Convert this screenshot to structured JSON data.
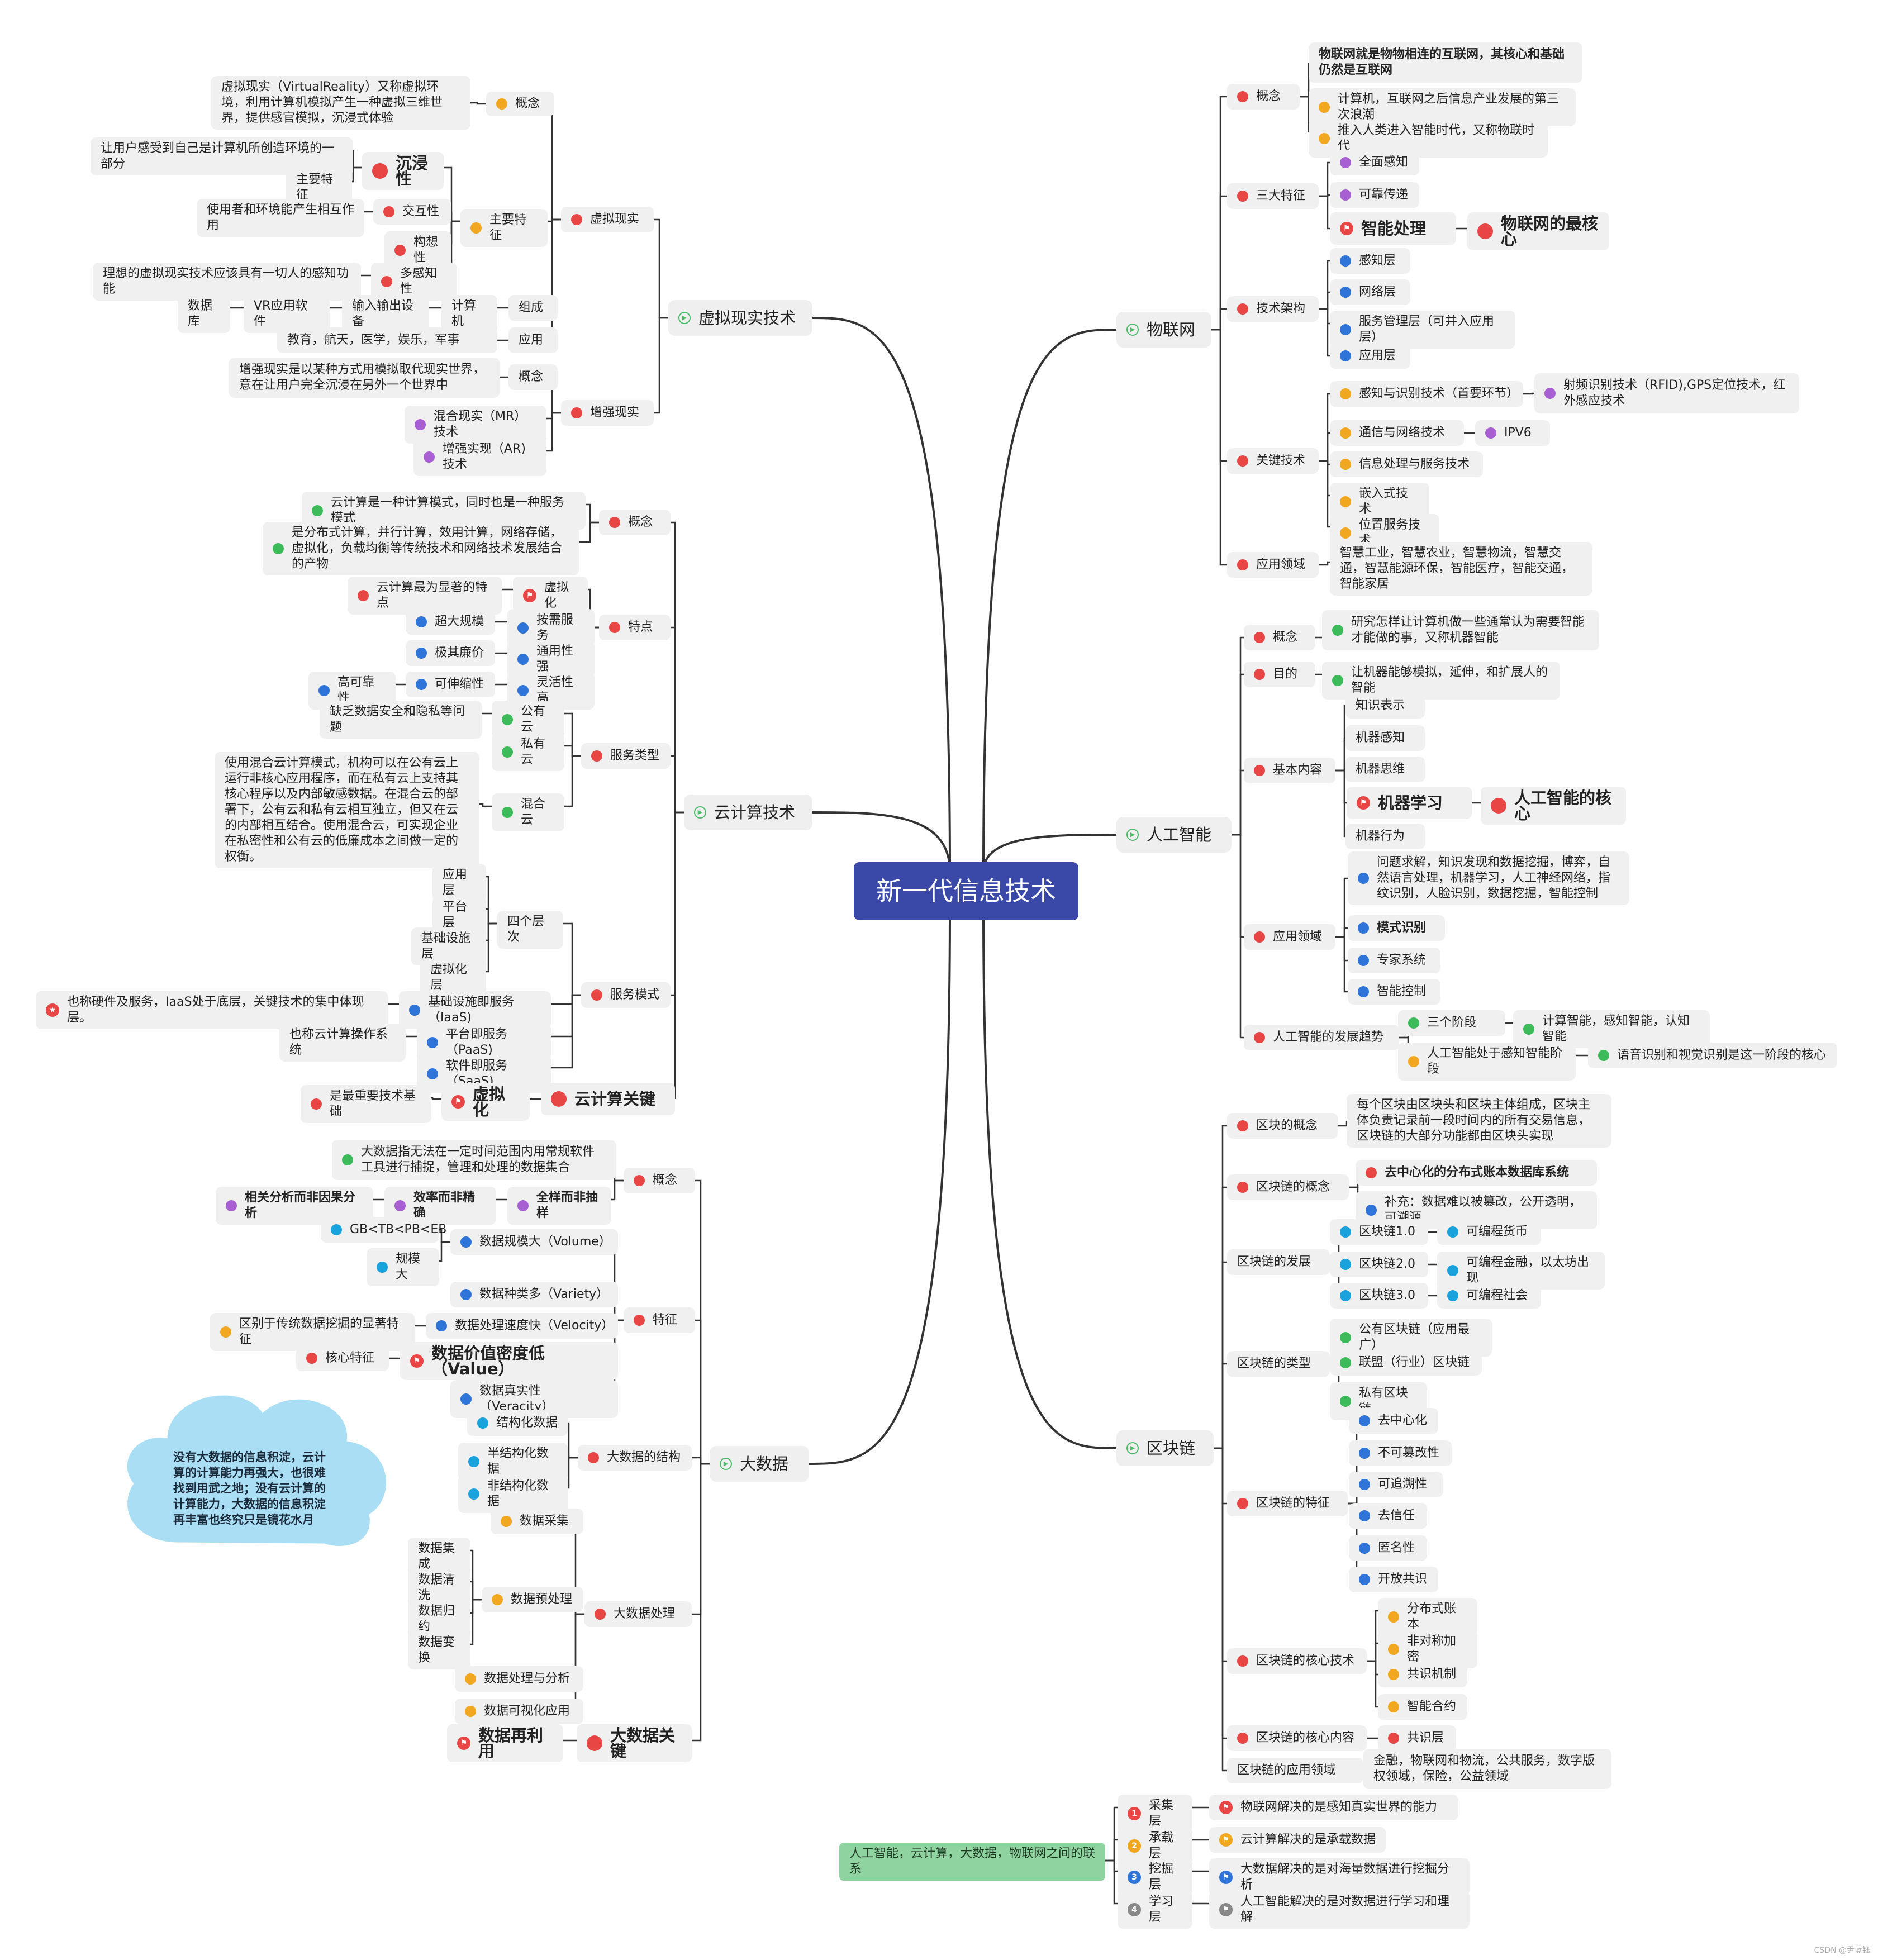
{
  "callout": "没有大数据的信息积淀，云计算的计算能力再强大，也很难找到用武之地；没有云计算的计算能力，大数据的信息积淀再丰富也终究只是镜花水月",
  "watermark": "CSDN @尹蓝钰",
  "colors": {
    "red": "#e84545",
    "orange": "#f1a820",
    "purple": "#a85fd1",
    "blue": "#2f74d8",
    "green": "#3dbb5a",
    "cyan": "#1aa2dc",
    "line": "#333333",
    "central": "#3a48a8"
  },
  "nodes": [
    {
      "id": "root",
      "text": "新一代信息技术",
      "cls": "central"
    },
    {
      "id": "vr",
      "text": "虚拟现实技术",
      "cls": "lvl1",
      "icon": "play",
      "p": "root"
    },
    {
      "id": "vr_a",
      "text": "虚拟现实",
      "icon": "red",
      "p": "vr"
    },
    {
      "id": "vr_a1",
      "text": "概念",
      "icon": "orange",
      "p": "vr_a"
    },
    {
      "id": "vr_a1t",
      "text": "虚拟现实（VirtualReality）又称虚拟环境，利用计算机模拟产生一种虚拟三维世界，提供感官模拟，沉浸式体验",
      "cls": "text",
      "p": "vr_a1"
    },
    {
      "id": "vr_a2",
      "text": "主要特征",
      "icon": "orange",
      "p": "vr_a"
    },
    {
      "id": "vr_a2a",
      "text": "沉浸性",
      "cls": "big",
      "icon": "redbig",
      "p": "vr_a2"
    },
    {
      "id": "vr_a2a1",
      "text": "让用户感受到自己是计算机所创造环境的一部分",
      "p": "vr_a2a"
    },
    {
      "id": "vr_a2a2",
      "text": "主要特征",
      "p": "vr_a2a"
    },
    {
      "id": "vr_a2b",
      "text": "交互性",
      "icon": "red",
      "p": "vr_a2"
    },
    {
      "id": "vr_a2b1",
      "text": "使用者和环境能产生相互作用",
      "p": "vr_a2b"
    },
    {
      "id": "vr_a2c",
      "text": "构想性",
      "icon": "red",
      "p": "vr_a2"
    },
    {
      "id": "vr_a2d",
      "text": "多感知性",
      "icon": "red",
      "p": "vr_a2"
    },
    {
      "id": "vr_a2d1",
      "text": "理想的虚拟现实技术应该具有一切人的感知功能",
      "p": "vr_a2d"
    },
    {
      "id": "vr_a3",
      "text": "组成",
      "p": "vr_a"
    },
    {
      "id": "vr_a3a",
      "text": "计算机",
      "p": "vr_a3"
    },
    {
      "id": "vr_a3b",
      "text": "输入输出设备",
      "p": "vr_a3a"
    },
    {
      "id": "vr_a3c",
      "text": "VR应用软件",
      "p": "vr_a3b"
    },
    {
      "id": "vr_a3d",
      "text": "数据库",
      "p": "vr_a3c"
    },
    {
      "id": "vr_a4",
      "text": "应用",
      "p": "vr_a"
    },
    {
      "id": "vr_a4a",
      "text": "教育，航天，医学，娱乐，军事",
      "p": "vr_a4"
    },
    {
      "id": "vr_b",
      "text": "增强现实",
      "icon": "red",
      "p": "vr"
    },
    {
      "id": "vr_b1",
      "text": "概念",
      "p": "vr_b"
    },
    {
      "id": "vr_b1t",
      "text": "增强现实是以某种方式用模拟取代现实世界，意在让用户完全沉浸在另外一个世界中",
      "cls": "text",
      "p": "vr_b1"
    },
    {
      "id": "vr_b2",
      "text": "混合现实（MR）技术",
      "icon": "purple",
      "p": "vr_b"
    },
    {
      "id": "vr_b3",
      "text": "增强实现（AR)技术",
      "icon": "purple",
      "p": "vr_b"
    },
    {
      "id": "cc",
      "text": "云计算技术",
      "cls": "lvl1",
      "icon": "play",
      "p": "root"
    },
    {
      "id": "cc_a",
      "text": "概念",
      "icon": "red",
      "p": "cc"
    },
    {
      "id": "cc_a1",
      "text": "云计算是一种计算模式，同时也是一种服务模式",
      "icon": "green",
      "p": "cc_a"
    },
    {
      "id": "cc_a2",
      "text": "是分布式计算，并行计算，效用计算，网络存储，虚拟化，负载均衡等传统技术和网络技术发展结合的产物",
      "cls": "text",
      "icon": "green",
      "p": "cc_a"
    },
    {
      "id": "cc_b",
      "text": "特点",
      "icon": "red",
      "p": "cc"
    },
    {
      "id": "cc_b1",
      "text": "虚拟化",
      "icon": "flag",
      "p": "cc_b"
    },
    {
      "id": "cc_b1a",
      "text": "云计算最为显著的特点",
      "icon": "red",
      "p": "cc_b1"
    },
    {
      "id": "cc_b2",
      "text": "按需服务",
      "icon": "blue",
      "p": "cc_b"
    },
    {
      "id": "cc_b2a",
      "text": "超大规模",
      "icon": "blue",
      "p": "cc_b2"
    },
    {
      "id": "cc_b3",
      "text": "通用性强",
      "icon": "blue",
      "p": "cc_b"
    },
    {
      "id": "cc_b3a",
      "text": "极其廉价",
      "icon": "blue",
      "p": "cc_b3"
    },
    {
      "id": "cc_b4",
      "text": "灵活性高",
      "icon": "blue",
      "p": "cc_b"
    },
    {
      "id": "cc_b4a",
      "text": "可伸缩性",
      "icon": "blue",
      "p": "cc_b4"
    },
    {
      "id": "cc_b4b",
      "text": "高可靠性",
      "icon": "blue",
      "p": "cc_b4a"
    },
    {
      "id": "cc_c",
      "text": "服务类型",
      "icon": "red",
      "p": "cc"
    },
    {
      "id": "cc_c1",
      "text": "公有云",
      "icon": "green",
      "p": "cc_c"
    },
    {
      "id": "cc_c1a",
      "text": "缺乏数据安全和隐私等问题",
      "p": "cc_c1"
    },
    {
      "id": "cc_c2",
      "text": "私有云",
      "icon": "green",
      "p": "cc_c"
    },
    {
      "id": "cc_c3",
      "text": "混合云",
      "icon": "green",
      "p": "cc_c"
    },
    {
      "id": "cc_c3a",
      "text": "使用混合云计算模式，机构可以在公有云上运行非核心应用程序，而在私有云上支持其核心程序以及内部敏感数据。在混合云的部署下，公有云和私有云相互独立，但又在云的内部相互结合。使用混合云，可实现企业在私密性和公有云的低廉成本之间做一定的权衡。",
      "cls": "text",
      "p": "cc_c3"
    },
    {
      "id": "cc_d",
      "text": "服务模式",
      "icon": "red",
      "p": "cc"
    },
    {
      "id": "cc_d1",
      "text": "四个层次",
      "p": "cc_d"
    },
    {
      "id": "cc_d1a",
      "text": "应用层",
      "p": "cc_d1"
    },
    {
      "id": "cc_d1b",
      "text": "平台层",
      "p": "cc_d1"
    },
    {
      "id": "cc_d1c",
      "text": "基础设施层",
      "p": "cc_d1"
    },
    {
      "id": "cc_d1d",
      "text": "虚拟化层",
      "p": "cc_d1"
    },
    {
      "id": "cc_d2",
      "text": "基础设施即服务（IaaS)",
      "icon": "blue",
      "p": "cc_d"
    },
    {
      "id": "cc_d2a",
      "text": "也称硬件及服务，IaaS处于底层，关键技术的集中体现层。",
      "icon": "star",
      "p": "cc_d2"
    },
    {
      "id": "cc_d3",
      "text": "平台即服务（PaaS)",
      "icon": "blue",
      "p": "cc_d"
    },
    {
      "id": "cc_d3a",
      "text": "也称云计算操作系统",
      "p": "cc_d3"
    },
    {
      "id": "cc_d4",
      "text": "软件即服务（SaaS)",
      "icon": "blue",
      "p": "cc_d"
    },
    {
      "id": "cc_e",
      "text": "云计算关键",
      "cls": "big",
      "icon": "redbig",
      "p": "cc"
    },
    {
      "id": "cc_e1",
      "text": "虚拟化",
      "cls": "big",
      "icon": "flag",
      "p": "cc_e"
    },
    {
      "id": "cc_e1a",
      "text": "是最重要技术基础",
      "icon": "red",
      "p": "cc_e1"
    },
    {
      "id": "bd",
      "text": "大数据",
      "cls": "lvl1",
      "icon": "play",
      "p": "root"
    },
    {
      "id": "bd_a",
      "text": "概念",
      "icon": "red",
      "p": "bd"
    },
    {
      "id": "bd_a1",
      "text": "大数据指无法在一定时间范围内用常规软件工具进行捕捉，管理和处理的数据集合",
      "cls": "text",
      "icon": "green",
      "p": "bd_a"
    },
    {
      "id": "bd_a2",
      "text": "全样而非抽样",
      "cls": "bold",
      "icon": "purple",
      "p": "bd_a"
    },
    {
      "id": "bd_a2a",
      "text": "效率而非精确",
      "cls": "bold",
      "icon": "purple",
      "p": "bd_a2"
    },
    {
      "id": "bd_a2b",
      "text": "相关分析而非因果分析",
      "cls": "bold",
      "icon": "purple",
      "p": "bd_a2a"
    },
    {
      "id": "bd_b",
      "text": "特征",
      "icon": "red",
      "p": "bd"
    },
    {
      "id": "bd_b1",
      "text": "数据规模大（Volume）",
      "icon": "blue",
      "p": "bd_b"
    },
    {
      "id": "bd_b1a",
      "text": "GB<TB<PB<EB",
      "icon": "cyan",
      "p": "bd_b1"
    },
    {
      "id": "bd_b1b",
      "text": "规模大",
      "icon": "cyan",
      "p": "bd_b1"
    },
    {
      "id": "bd_b2",
      "text": "数据种类多（Variety）",
      "icon": "blue",
      "p": "bd_b"
    },
    {
      "id": "bd_b3",
      "text": "数据处理速度快（Velocity）",
      "icon": "blue",
      "p": "bd_b"
    },
    {
      "id": "bd_b3a",
      "text": "区别于传统数据挖掘的显著特征",
      "icon": "orange",
      "p": "bd_b3"
    },
    {
      "id": "bd_b4",
      "text": "数据价值密度低（Value）",
      "cls": "big",
      "icon": "flag",
      "p": "bd_b"
    },
    {
      "id": "bd_b4a",
      "text": "核心特征",
      "icon": "red",
      "p": "bd_b4"
    },
    {
      "id": "bd_b5",
      "text": "数据真实性（Veracity）",
      "icon": "blue",
      "p": "bd_b"
    },
    {
      "id": "bd_c",
      "text": "大数据的结构",
      "icon": "red",
      "p": "bd"
    },
    {
      "id": "bd_c1",
      "text": "结构化数据",
      "icon": "cyan",
      "p": "bd_c"
    },
    {
      "id": "bd_c2",
      "text": "半结构化数据",
      "icon": "cyan",
      "p": "bd_c"
    },
    {
      "id": "bd_c3",
      "text": "非结构化数据",
      "icon": "cyan",
      "p": "bd_c"
    },
    {
      "id": "bd_d",
      "text": "大数据处理",
      "icon": "red",
      "p": "bd"
    },
    {
      "id": "bd_d1",
      "text": "数据采集",
      "icon": "orange",
      "p": "bd_d"
    },
    {
      "id": "bd_d2",
      "text": "数据预处理",
      "icon": "orange",
      "p": "bd_d"
    },
    {
      "id": "bd_d2a",
      "text": "数据集成",
      "p": "bd_d2"
    },
    {
      "id": "bd_d2b",
      "text": "数据清洗",
      "p": "bd_d2"
    },
    {
      "id": "bd_d2c",
      "text": "数据归约",
      "p": "bd_d2"
    },
    {
      "id": "bd_d2d",
      "text": "数据变换",
      "p": "bd_d2"
    },
    {
      "id": "bd_d3",
      "text": "数据处理与分析",
      "icon": "orange",
      "p": "bd_d"
    },
    {
      "id": "bd_d4",
      "text": "数据可视化应用",
      "icon": "orange",
      "p": "bd_d"
    },
    {
      "id": "bd_e",
      "text": "大数据关键",
      "cls": "big",
      "icon": "redbig",
      "p": "bd"
    },
    {
      "id": "bd_e1",
      "text": "数据再利用",
      "cls": "big",
      "icon": "flag",
      "p": "bd_e"
    },
    {
      "id": "iot",
      "text": "物联网",
      "cls": "lvl1",
      "icon": "play",
      "p": "root"
    },
    {
      "id": "iot_a",
      "text": "概念",
      "icon": "red",
      "p": "iot"
    },
    {
      "id": "iot_a1",
      "text": "物联网就是物物相连的互联网，其核心和基础仍然是互联网",
      "cls": "text bold",
      "p": "iot_a"
    },
    {
      "id": "iot_a2",
      "text": "计算机，互联网之后信息产业发展的第三次浪潮",
      "icon": "orange",
      "p": "iot_a"
    },
    {
      "id": "iot_a3",
      "text": "推入人类进入智能时代，又称物联时代",
      "icon": "orange",
      "p": "iot_a"
    },
    {
      "id": "iot_b",
      "text": "三大特征",
      "icon": "red",
      "p": "iot"
    },
    {
      "id": "iot_b1",
      "text": "全面感知",
      "icon": "purple",
      "p": "iot_b"
    },
    {
      "id": "iot_b2",
      "text": "可靠传递",
      "icon": "purple",
      "p": "iot_b"
    },
    {
      "id": "iot_b3",
      "text": "智能处理",
      "cls": "big",
      "icon": "flag",
      "p": "iot_b"
    },
    {
      "id": "iot_b3a",
      "text": "物联网的最核心",
      "cls": "big",
      "icon": "redbig",
      "p": "iot_b3"
    },
    {
      "id": "iot_c",
      "text": "技术架构",
      "icon": "red",
      "p": "iot"
    },
    {
      "id": "iot_c1",
      "text": "感知层",
      "icon": "blue",
      "p": "iot_c"
    },
    {
      "id": "iot_c2",
      "text": "网络层",
      "icon": "blue",
      "p": "iot_c"
    },
    {
      "id": "iot_c3",
      "text": "服务管理层（可并入应用层）",
      "icon": "blue",
      "p": "iot_c"
    },
    {
      "id": "iot_c4",
      "text": "应用层",
      "icon": "blue",
      "p": "iot_c"
    },
    {
      "id": "iot_d",
      "text": "关键技术",
      "icon": "red",
      "p": "iot"
    },
    {
      "id": "iot_d1",
      "text": "感知与识别技术（首要环节）",
      "icon": "orange",
      "p": "iot_d"
    },
    {
      "id": "iot_d1a",
      "text": "射频识别技术（RFID),GPS定位技术，红外感应技术",
      "cls": "text",
      "icon": "purple",
      "p": "iot_d1"
    },
    {
      "id": "iot_d2",
      "text": "通信与网络技术",
      "icon": "orange",
      "p": "iot_d"
    },
    {
      "id": "iot_d2a",
      "text": "IPV6",
      "icon": "purple",
      "p": "iot_d2"
    },
    {
      "id": "iot_d3",
      "text": "信息处理与服务技术",
      "icon": "orange",
      "p": "iot_d"
    },
    {
      "id": "iot_d4",
      "text": "嵌入式技术",
      "icon": "orange",
      "p": "iot_d"
    },
    {
      "id": "iot_d5",
      "text": "位置服务技术",
      "icon": "orange",
      "p": "iot_d"
    },
    {
      "id": "iot_e",
      "text": "应用领域",
      "icon": "red",
      "p": "iot"
    },
    {
      "id": "iot_e1",
      "text": "智慧工业，智慧农业，智慧物流，智慧交通，智慧能源环保，智能医疗，智能交通，智能家居",
      "cls": "text",
      "p": "iot_e"
    },
    {
      "id": "ai",
      "text": "人工智能",
      "cls": "lvl1",
      "icon": "play",
      "p": "root"
    },
    {
      "id": "ai_a",
      "text": "概念",
      "icon": "red",
      "p": "ai"
    },
    {
      "id": "ai_a1",
      "text": "研究怎样让计算机做一些通常认为需要智能才能做的事，又称机器智能",
      "cls": "text",
      "icon": "green",
      "p": "ai_a"
    },
    {
      "id": "ai_b",
      "text": "目的",
      "icon": "red",
      "p": "ai"
    },
    {
      "id": "ai_b1",
      "text": "让机器能够模拟，延伸，和扩展人的智能",
      "icon": "green",
      "p": "ai_b"
    },
    {
      "id": "ai_c",
      "text": "基本内容",
      "icon": "red",
      "p": "ai"
    },
    {
      "id": "ai_c1",
      "text": "知识表示",
      "p": "ai_c"
    },
    {
      "id": "ai_c2",
      "text": "机器感知",
      "p": "ai_c"
    },
    {
      "id": "ai_c3",
      "text": "机器思维",
      "p": "ai_c"
    },
    {
      "id": "ai_c4",
      "text": "机器学习",
      "cls": "big",
      "icon": "flag",
      "p": "ai_c"
    },
    {
      "id": "ai_c4a",
      "text": "人工智能的核心",
      "cls": "big",
      "icon": "redbig",
      "p": "ai_c4"
    },
    {
      "id": "ai_c5",
      "text": "机器行为",
      "p": "ai_c"
    },
    {
      "id": "ai_d",
      "text": "应用领域",
      "icon": "red",
      "p": "ai"
    },
    {
      "id": "ai_d1",
      "text": "问题求解，知识发现和数据挖掘，博弈，自然语言处理，机器学习，人工神经网络，指纹识别，人脸识别，数据挖掘，智能控制",
      "cls": "text",
      "icon": "blue",
      "p": "ai_d"
    },
    {
      "id": "ai_d2",
      "text": "模式识别",
      "cls": "bold",
      "icon": "blue",
      "p": "ai_d"
    },
    {
      "id": "ai_d3",
      "text": "专家系统",
      "icon": "blue",
      "p": "ai_d"
    },
    {
      "id": "ai_d4",
      "text": "智能控制",
      "icon": "blue",
      "p": "ai_d"
    },
    {
      "id": "ai_e",
      "text": "人工智能的发展趋势",
      "icon": "red",
      "p": "ai"
    },
    {
      "id": "ai_e1",
      "text": "三个阶段",
      "icon": "green",
      "p": "ai_e"
    },
    {
      "id": "ai_e1a",
      "text": "计算智能，感知智能，认知智能",
      "icon": "green",
      "p": "ai_e1"
    },
    {
      "id": "ai_e2",
      "text": "人工智能处于感知智能阶段",
      "icon": "orange",
      "p": "ai_e"
    },
    {
      "id": "ai_e2a",
      "text": "语音识别和视觉识别是这一阶段的核心",
      "icon": "green",
      "p": "ai_e2"
    },
    {
      "id": "bc",
      "text": "区块链",
      "cls": "lvl1",
      "icon": "play",
      "p": "root"
    },
    {
      "id": "bc_a",
      "text": "区块的概念",
      "icon": "red",
      "p": "bc"
    },
    {
      "id": "bc_a1",
      "text": "每个区块由区块头和区块主体组成，区块主体负责记录前一段时间内的所有交易信息，区块链的大部分功能都由区块头实现",
      "cls": "text",
      "p": "bc_a"
    },
    {
      "id": "bc_b",
      "text": "区块链的概念",
      "icon": "red",
      "p": "bc"
    },
    {
      "id": "bc_b1",
      "text": "去中心化的分布式账本数据库系统",
      "cls": "bold",
      "icon": "red",
      "p": "bc_b"
    },
    {
      "id": "bc_b2",
      "text": "补充：数据难以被篡改，公开透明，可溯源",
      "icon": "blue",
      "p": "bc_b"
    },
    {
      "id": "bc_c",
      "text": "区块链的发展",
      "p": "bc"
    },
    {
      "id": "bc_c1",
      "text": "区块链1.0",
      "icon": "cyan",
      "p": "bc_c"
    },
    {
      "id": "bc_c1a",
      "text": "可编程货币",
      "icon": "cyan",
      "p": "bc_c1"
    },
    {
      "id": "bc_c2",
      "text": "区块链2.0",
      "icon": "cyan",
      "p": "bc_c"
    },
    {
      "id": "bc_c2a",
      "text": "可编程金融，以太坊出现",
      "icon": "cyan",
      "p": "bc_c2"
    },
    {
      "id": "bc_c3",
      "text": "区块链3.0",
      "icon": "cyan",
      "p": "bc_c"
    },
    {
      "id": "bc_c3a",
      "text": "可编程社会",
      "icon": "cyan",
      "p": "bc_c3"
    },
    {
      "id": "bc_d",
      "text": "区块链的类型",
      "p": "bc"
    },
    {
      "id": "bc_d1",
      "text": "公有区块链（应用最广）",
      "icon": "green",
      "p": "bc_d"
    },
    {
      "id": "bc_d2",
      "text": "联盟（行业）区块链",
      "icon": "green",
      "p": "bc_d"
    },
    {
      "id": "bc_d3",
      "text": "私有区块链",
      "icon": "green",
      "p": "bc_d"
    },
    {
      "id": "bc_e",
      "text": "区块链的特征",
      "icon": "red",
      "p": "bc"
    },
    {
      "id": "bc_e1",
      "text": "去中心化",
      "icon": "blue",
      "p": "bc_e"
    },
    {
      "id": "bc_e2",
      "text": "不可篡改性",
      "icon": "blue",
      "p": "bc_e"
    },
    {
      "id": "bc_e3",
      "text": "可追溯性",
      "icon": "blue",
      "p": "bc_e"
    },
    {
      "id": "bc_e4",
      "text": "去信任",
      "icon": "blue",
      "p": "bc_e"
    },
    {
      "id": "bc_e5",
      "text": "匿名性",
      "icon": "blue",
      "p": "bc_e"
    },
    {
      "id": "bc_e6",
      "text": "开放共识",
      "icon": "blue",
      "p": "bc_e"
    },
    {
      "id": "bc_f",
      "text": "区块链的核心技术",
      "icon": "red",
      "p": "bc"
    },
    {
      "id": "bc_f1",
      "text": "分布式账本",
      "icon": "orange",
      "p": "bc_f"
    },
    {
      "id": "bc_f2",
      "text": "非对称加密",
      "icon": "orange",
      "p": "bc_f"
    },
    {
      "id": "bc_f3",
      "text": "共识机制",
      "icon": "orange",
      "p": "bc_f"
    },
    {
      "id": "bc_f4",
      "text": "智能合约",
      "icon": "orange",
      "p": "bc_f"
    },
    {
      "id": "bc_g",
      "text": "区块链的核心内容",
      "icon": "red",
      "p": "bc"
    },
    {
      "id": "bc_g1",
      "text": "共识层",
      "icon": "red",
      "p": "bc_g"
    },
    {
      "id": "bc_h",
      "text": "区块链的应用领域",
      "p": "bc"
    },
    {
      "id": "bc_h1",
      "text": "金融，物联网和物流，公共服务，数字版权领域，保险，公益领域",
      "cls": "text",
      "p": "bc_h"
    },
    {
      "id": "rel",
      "text": "人工智能，云计算，大数据，物联网之间的联系",
      "cls": "green-note"
    },
    {
      "id": "rel_1",
      "text": "采集层",
      "icon": "n1",
      "p": "rel"
    },
    {
      "id": "rel_1a",
      "text": "物联网解决的是感知真实世界的能力",
      "icon": "flag",
      "p": "rel_1"
    },
    {
      "id": "rel_2",
      "text": "承载层",
      "icon": "n2",
      "p": "rel"
    },
    {
      "id": "rel_2a",
      "text": "云计算解决的是承载数据",
      "icon": "flago",
      "p": "rel_2"
    },
    {
      "id": "rel_3",
      "text": "挖掘层",
      "icon": "n3",
      "p": "rel"
    },
    {
      "id": "rel_3a",
      "text": "大数据解决的是对海量数据进行挖掘分析",
      "icon": "flagb",
      "p": "rel_3"
    },
    {
      "id": "rel_4",
      "text": "学习层",
      "icon": "n4",
      "p": "rel"
    },
    {
      "id": "rel_4a",
      "text": "人工智能解决的是对数据进行学习和理解",
      "icon": "flagg",
      "p": "rel_4"
    }
  ]
}
